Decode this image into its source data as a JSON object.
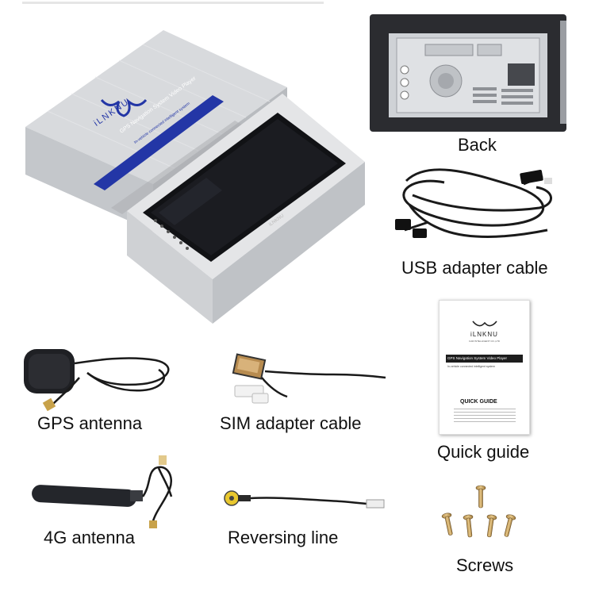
{
  "product": {
    "brand": "iLNKNU",
    "box_title": "GPS Navigation System Video Player",
    "box_subtitle": "In-vehicle connected intelligent system",
    "screen_brand": "iLNKNU"
  },
  "guide": {
    "brand": "iLNKNU",
    "tagline": "CAR INTELLIGENT CO.,LTD",
    "title": "GPS Navigation System Video Player",
    "subtitle": "In-vehicle connected intelligent system",
    "heading": "QUICK GUIDE"
  },
  "labels": {
    "back": "Back",
    "usb": "USB adapter cable",
    "guide": "Quick guide",
    "gps": "GPS antenna",
    "sim": "SIM adapter cable",
    "antenna4g": "4G antenna",
    "reversing": "Reversing line",
    "screws": "Screws"
  },
  "colors": {
    "box_blue": "#2336a6",
    "box_silver": "#c9ccd0",
    "screen": "#111215",
    "cable": "#1a1a1a"
  }
}
